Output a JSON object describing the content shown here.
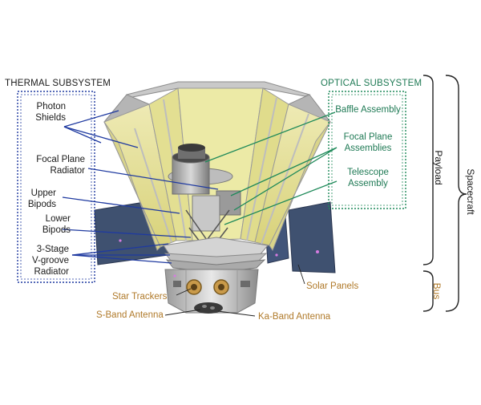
{
  "headers": {
    "thermal": "THERMAL SUBSYSTEM",
    "optical": "OPTICAL SUBSYSTEM"
  },
  "thermal_labels": [
    "Photon\nShields",
    "Focal Plane\nRadiator",
    "Upper\nBipods",
    "Lower\nBipods",
    "3-Stage\nV-groove\nRadiator"
  ],
  "optical_labels": [
    "Baffle Assembly",
    "Focal Plane\nAssemblies",
    "Telescope\nAssembly"
  ],
  "bus_labels": {
    "solar_panels": "Solar Panels",
    "star_trackers": "Star Trackers",
    "s_band": "S-Band Antenna",
    "ka_band": "Ka-Band Antenna"
  },
  "brackets": {
    "payload": "Payload",
    "bus": "Bus",
    "spacecraft": "Spacecraft"
  },
  "colors": {
    "thermal_line": "#1f3aa0",
    "optical_line": "#1f8a5a",
    "bus_text": "#b07a2a",
    "shield_yellow": "#e7e39a",
    "panel_blue": "#3f5170"
  }
}
